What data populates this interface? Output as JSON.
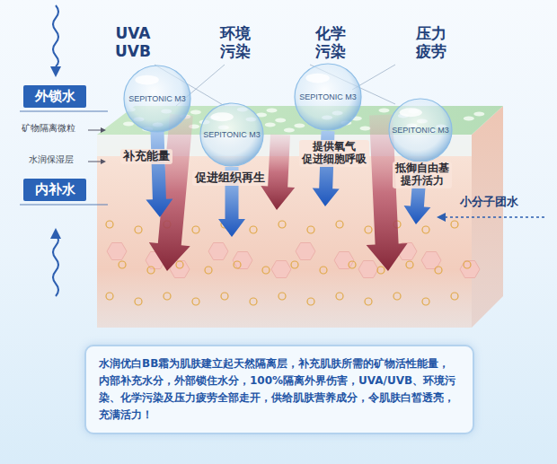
{
  "diagram": {
    "nodes": [
      {
        "text": [
          "外锁水"
        ]
      },
      {
        "text": [
          "SEPITONIC M3"
        ]
      },
      {
        "text": [
          "SEPITONIC M3"
        ]
      },
      {
        "text": [
          "SEPITONIC M3"
        ]
      },
      {
        "text": [
          "SEPITONIC M3"
        ]
      },
      {
        "text": [
          "内补水"
        ]
      },
      {
        "text": [
          "水润优白BB霜为肌肤建立起天然隔离层，补充肌肤所需的矿物活性能量，内部补充水分，外部锁住水分，100%隔离外界伤害，UVA/UVB、环境污染、化学污染及压力疲劳全部走开，供给肌肤营养成分，令肌肤白皙透亮，充满活力！"
        ]
      }
    ],
    "labels": [
      "UVA UVB",
      "环境 污染",
      "化学 污染",
      "压力 疲劳",
      "矿物隔离微粒",
      "水润保湿层",
      "补充能量",
      "促进组织再生",
      "提供氧气 促进细胞呼吸",
      "抵御自由基 提升活力",
      "小分子团水"
    ]
  }
}
